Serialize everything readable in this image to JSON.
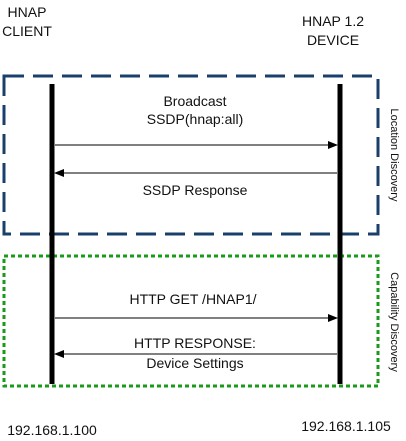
{
  "client": {
    "title_line1": "HNAP",
    "title_line2": "CLIENT",
    "ip": "192.168.1.100"
  },
  "device": {
    "title_line1": "HNAP 1.2",
    "title_line2": "DEVICE",
    "ip": "192.168.1.105"
  },
  "phases": [
    {
      "label": "Location Discovery",
      "border_color": "#1b3f6b",
      "border_style": "dashed"
    },
    {
      "label": "Capability Discovery",
      "border_color": "#1a9a1a",
      "border_style": "dotted"
    }
  ],
  "messages": [
    {
      "line1": "Broadcast",
      "line2": "SSDP(hnap:all)",
      "direction": "client-to-device"
    },
    {
      "line1": "SSDP Response",
      "line2": "",
      "direction": "device-to-client"
    },
    {
      "line1": "HTTP GET /HNAP1/",
      "line2": "",
      "direction": "client-to-device"
    },
    {
      "line1": "HTTP RESPONSE:",
      "line2": "Device Settings",
      "direction": "device-to-client"
    }
  ]
}
